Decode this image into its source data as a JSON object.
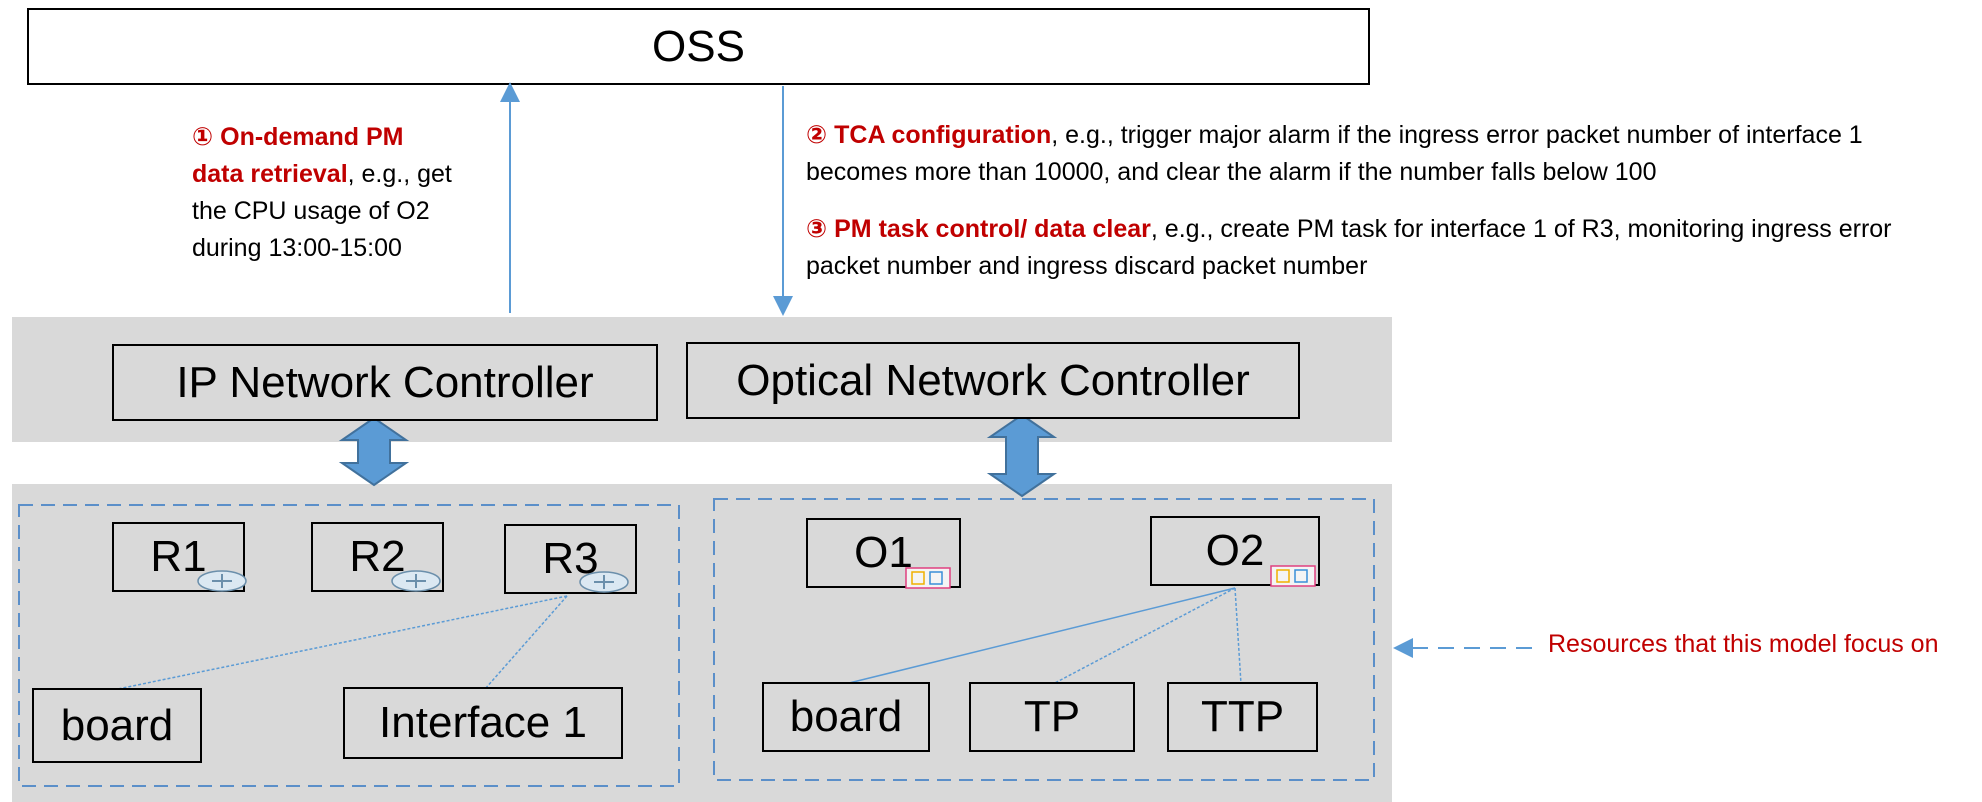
{
  "oss": {
    "label": "OSS"
  },
  "annotations": {
    "a1": {
      "num": "①",
      "title": "On-demand PM data retrieval",
      "rest": ", e.g., get the CPU usage of O2 during 13:00-15:00"
    },
    "a2": {
      "num": "②",
      "title": "TCA configuration",
      "rest": ", e.g., trigger major alarm if the ingress error packet number of interface 1 becomes more than 10000, and clear the alarm if the number falls below 100"
    },
    "a3": {
      "num": "③",
      "title": "PM task control/ data clear",
      "rest": ", e.g., create PM task for interface 1 of R3, monitoring ingress error packet number and ingress discard packet number"
    }
  },
  "controllers": {
    "ip": "IP Network Controller",
    "optical": "Optical Network Controller"
  },
  "ip_domain": {
    "routers": [
      "R1",
      "R2",
      "R3"
    ],
    "board": "board",
    "interface": "Interface 1"
  },
  "optical_domain": {
    "nodes": [
      "O1",
      "O2"
    ],
    "board": "board",
    "tp": "TP",
    "ttp": "TTP"
  },
  "legend": {
    "text": "Resources that this model focus on"
  },
  "colors": {
    "accent_blue": "#5b9bd5",
    "red": "#c00000",
    "gray": "#d9d9d9"
  },
  "icons": {
    "router": "router-icon",
    "optical_ne": "optical-ne-icon"
  }
}
